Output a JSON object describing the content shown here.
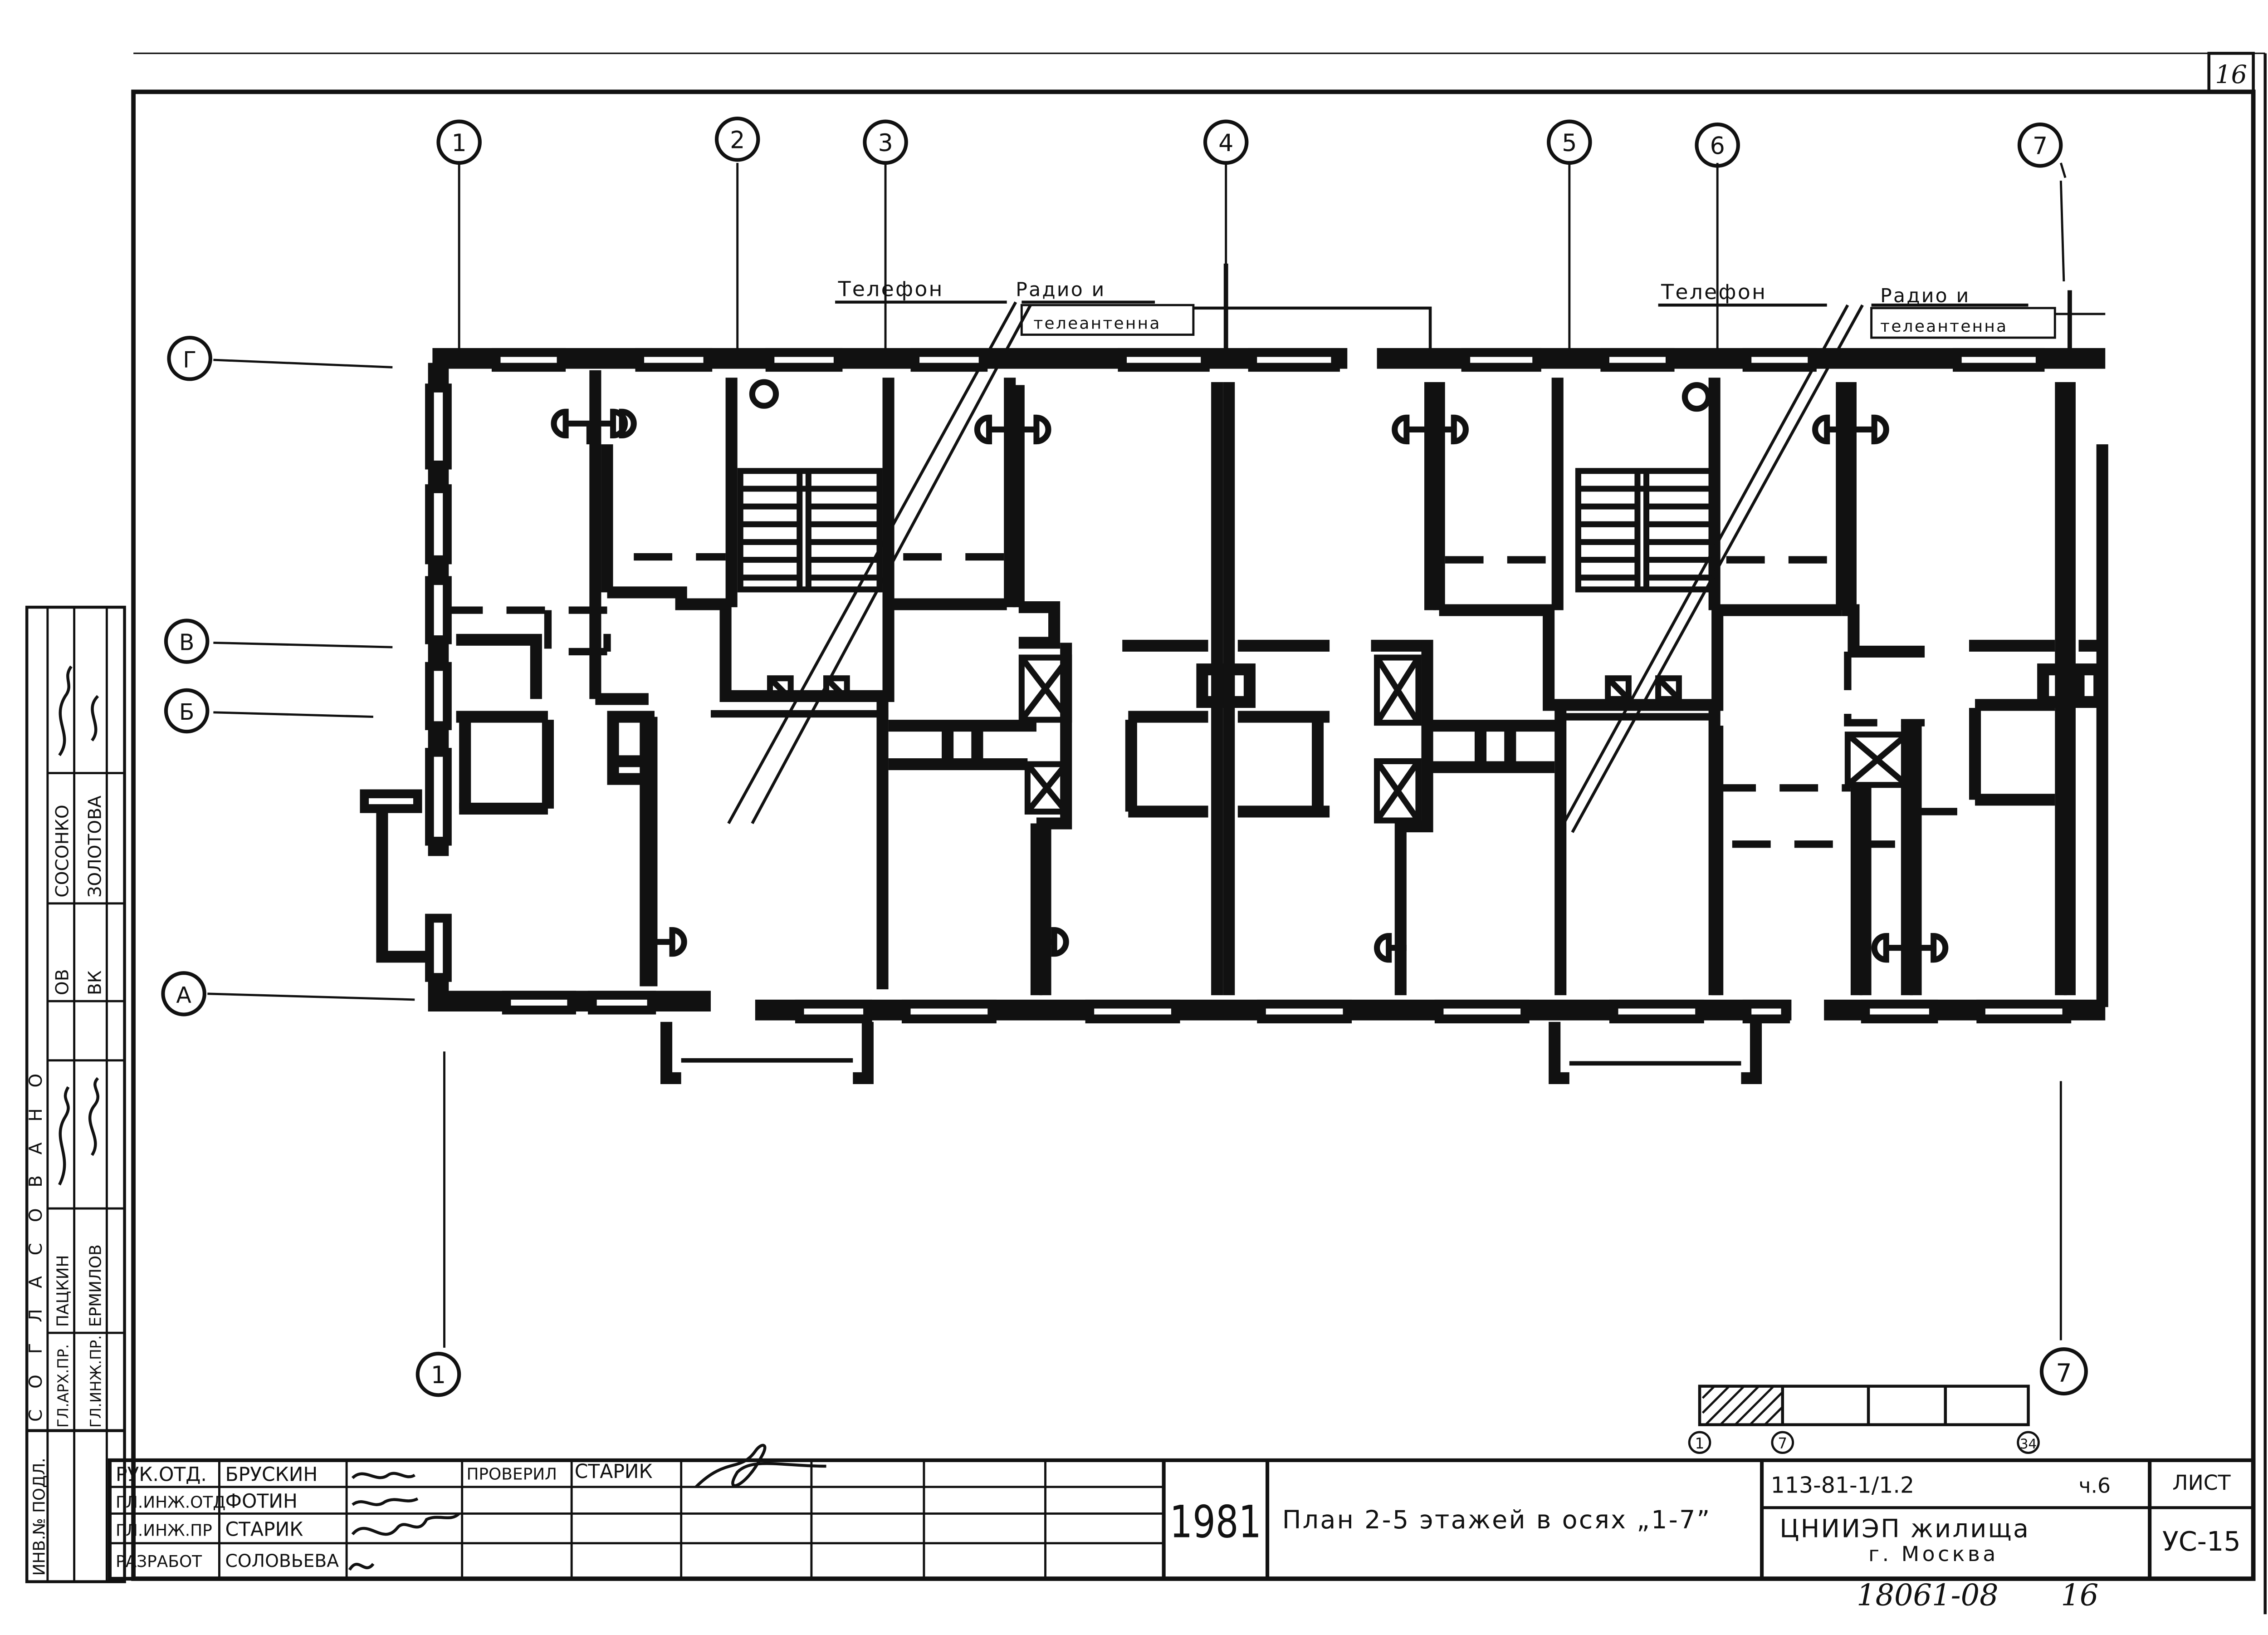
{
  "sheet": {
    "sheet_number": "16",
    "axes_top": [
      "1",
      "2",
      "3",
      "4",
      "5",
      "6",
      "7"
    ],
    "axes_left": [
      "Г",
      "В",
      "Б",
      "А"
    ],
    "axis_bottom_left": "1",
    "axis_bottom_right": "7",
    "label_phone": "Телефон",
    "label_radio_1": "Радио и",
    "label_antenna_1": "телеантенна",
    "label_radio_2": "Радио и",
    "label_antenna_2": "телеантенна",
    "scale_marks": [
      "1",
      "7",
      "34"
    ]
  },
  "left_stamp": {
    "header": "ИНВ.№ ПОДЛ.",
    "rows": [
      {
        "role": "ГЛ.АРХ.ПР.",
        "name": "ПАЦКИН"
      },
      {
        "role": "ГЛ.ИНЖ.ПР.",
        "name": "ЕРМИЛОВ"
      },
      {
        "role": "ОВ",
        "name": "СОСОНКО"
      },
      {
        "role": "ВК",
        "name": "ЗОЛОТОВА"
      }
    ],
    "side_word": "СОГЛАСОВАНО"
  },
  "title_block": {
    "roles": [
      "РУК.ОТД.",
      "ГЛ.ИНЖ.ОТД",
      "ГЛ.ИНЖ.ПР",
      "РАЗРАБОТ"
    ],
    "names": [
      "БРУСКИН",
      "ФОТИН",
      "СТАРИК",
      "СОЛОВЬЕВА"
    ],
    "checked_label": "ПРОВЕРИЛ",
    "checked_name": "СТАРИК",
    "year": "1981",
    "title": "План 2-5 этажей в осях „1-7”",
    "project_code": "113-81-1/1.2",
    "part": "ч.6",
    "org": "ЦНИИЭП жилища",
    "city": "г. Москва",
    "sheet_label": "ЛИСТ",
    "sheet_code": "УС-15",
    "archive_number": "18061-08",
    "archive_page": "16"
  }
}
